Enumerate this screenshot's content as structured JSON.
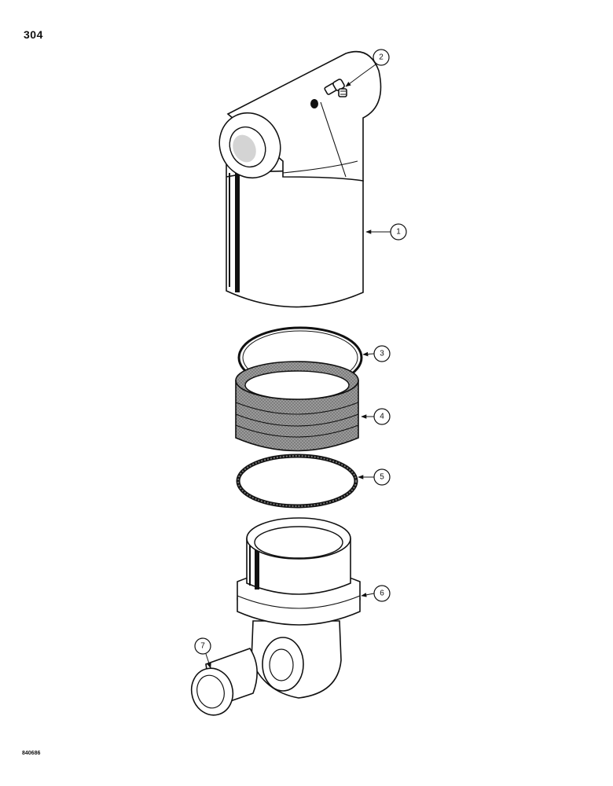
{
  "page": {
    "page_number": "304",
    "figure_code": "840686"
  },
  "callouts": [
    {
      "id": "1",
      "label": "1"
    },
    {
      "id": "2",
      "label": "2"
    },
    {
      "id": "3",
      "label": "3"
    },
    {
      "id": "4",
      "label": "4"
    },
    {
      "id": "5",
      "label": "5"
    },
    {
      "id": "6",
      "label": "6"
    },
    {
      "id": "7",
      "label": "7"
    }
  ]
}
